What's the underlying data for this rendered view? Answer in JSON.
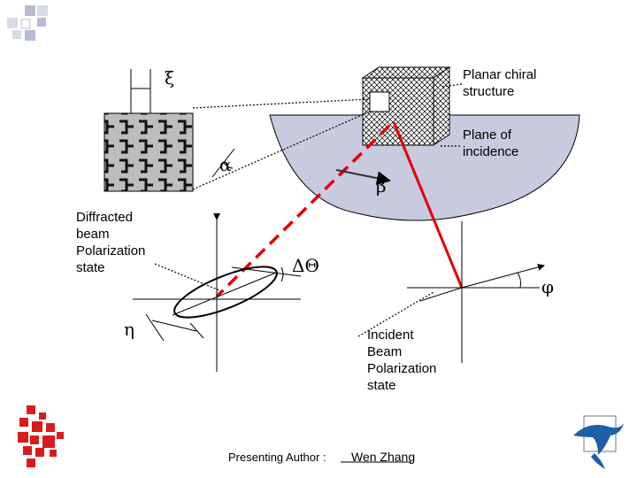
{
  "labels": {
    "planar_chiral": [
      "Planar chiral",
      "structure"
    ],
    "plane_incidence": [
      "Plane of",
      "incidence"
    ],
    "diffracted": [
      "Diffracted",
      "beam",
      "Polarization",
      "state"
    ],
    "incident": [
      "Incident",
      "Beam",
      "Polarization",
      "state"
    ]
  },
  "symbols": {
    "xi": "ξ",
    "alpha": "α",
    "beta": "β",
    "delta_theta": "ΔΘ",
    "phi": "φ",
    "eta": "η"
  },
  "footer": {
    "presenter_label": "Presenting Author :",
    "presenter_name": "Wen Zhang"
  },
  "colors": {
    "accent_red": "#e00000",
    "plane_fill": "#c8cae0",
    "logo_red": "#d81c1c",
    "dolphin_blue": "#1d5fa8"
  }
}
